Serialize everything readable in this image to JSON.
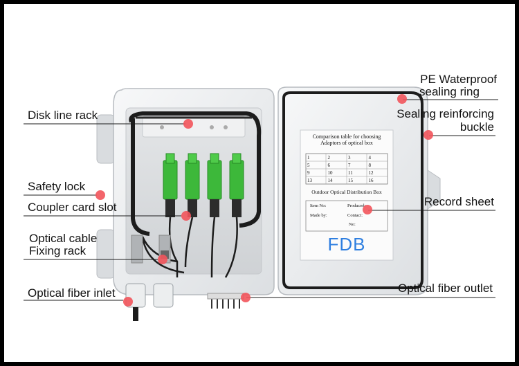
{
  "labels": {
    "disk_line_rack": "Disk line rack",
    "safety_lock": "Safety lock",
    "coupler_card_slot": "Coupler card slot",
    "optical_cable_line1": "Optical cable",
    "optical_cable_line2": "Fixing rack",
    "optical_fiber_inlet": "Optical fiber inlet",
    "pe_waterproof_line1": "PE Waterproof",
    "pe_waterproof_line2": "sealing ring",
    "sealing_buckle_line1": "Sealing reinforcing",
    "sealing_buckle_line2": "buckle",
    "record_sheet": "Record sheet",
    "optical_fiber_outlet": "Optical fiber outlet"
  },
  "record_card": {
    "title_line1": "Comparison table for choosing",
    "title_line2": "Adaptors of optical box",
    "grid": [
      [
        "1",
        "2",
        "3",
        "4"
      ],
      [
        "5",
        "6",
        "7",
        "8"
      ],
      [
        "9",
        "10",
        "11",
        "12"
      ],
      [
        "13",
        "14",
        "15",
        "16"
      ]
    ],
    "subtitle": "Outdoor Optical Distribution Box",
    "field_item_no": "Item No:",
    "field_produced": "Produced:",
    "field_made_by": "Made by:",
    "field_contact": "Contact:",
    "field_no": "No:",
    "brand": "FDB"
  },
  "colors": {
    "marker": "#f2545b",
    "adapter_green": "#3db83a",
    "brand_blue": "#2f7fe0",
    "box_shell": "#eef0f2"
  }
}
